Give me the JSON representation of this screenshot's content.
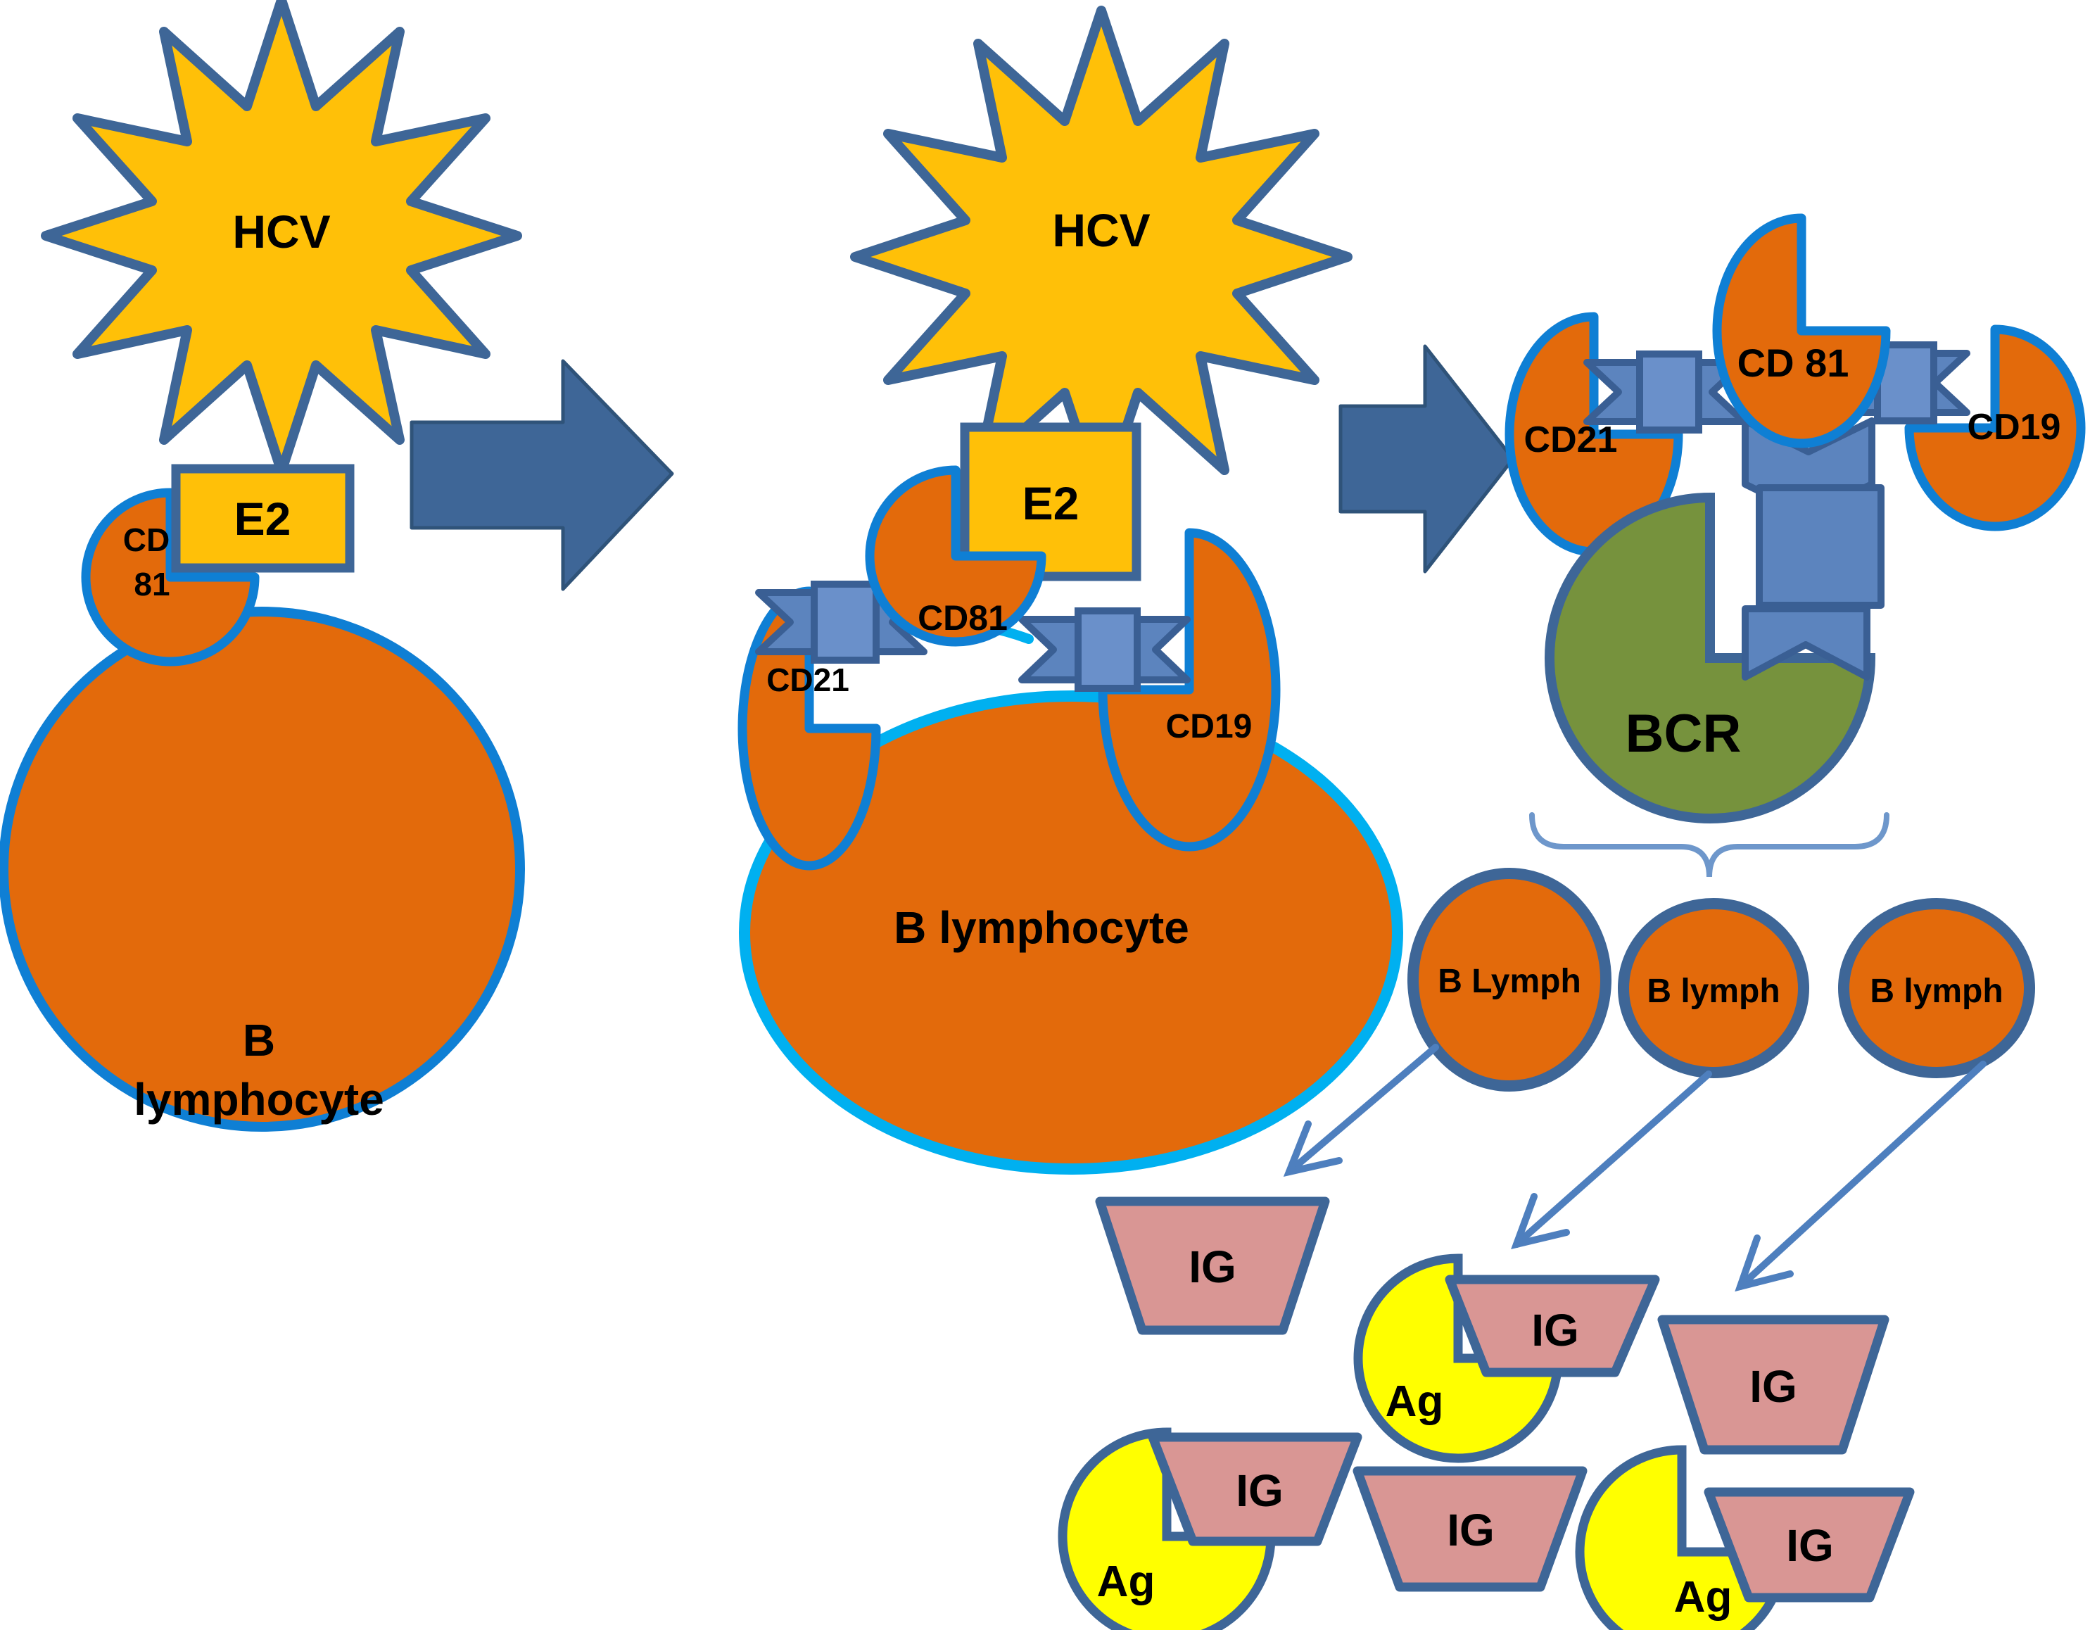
{
  "colors": {
    "orange": "#E36A0B",
    "gold": "#FFC008",
    "bright-blue": "#0F7FD4",
    "cyan": "#00B0F0",
    "slate": "#3E6697",
    "slate-dark": "#2F5379",
    "ribbon": "#5C84BE",
    "ribbon-light": "#6A90CA",
    "ribbon-dark": "#3A5F94",
    "green": "#76923D",
    "pink": "#D99694",
    "yellow": "#FFFF00",
    "thin-arrow": "#4E7FBE",
    "brace": "#6E97CB"
  },
  "labels": {
    "panel1": {
      "virus": "HCV",
      "e2": "E2",
      "cd": "CD",
      "cd_num": "81",
      "cell_top": "B",
      "cell_bottom": "lymphocyte"
    },
    "panel2": {
      "virus": "HCV",
      "e2": "E2",
      "cd81": "CD81",
      "cd21": "CD21",
      "cd19": "CD19",
      "cell": "B lymphocyte"
    },
    "panel3": {
      "cd81": "CD 81",
      "cd21": "CD21",
      "cd19": "CD19",
      "bcr": "BCR",
      "cells": [
        "B Lymph",
        "B lymph",
        "B lymph"
      ],
      "ig": "IG",
      "ag": "Ag"
    }
  }
}
